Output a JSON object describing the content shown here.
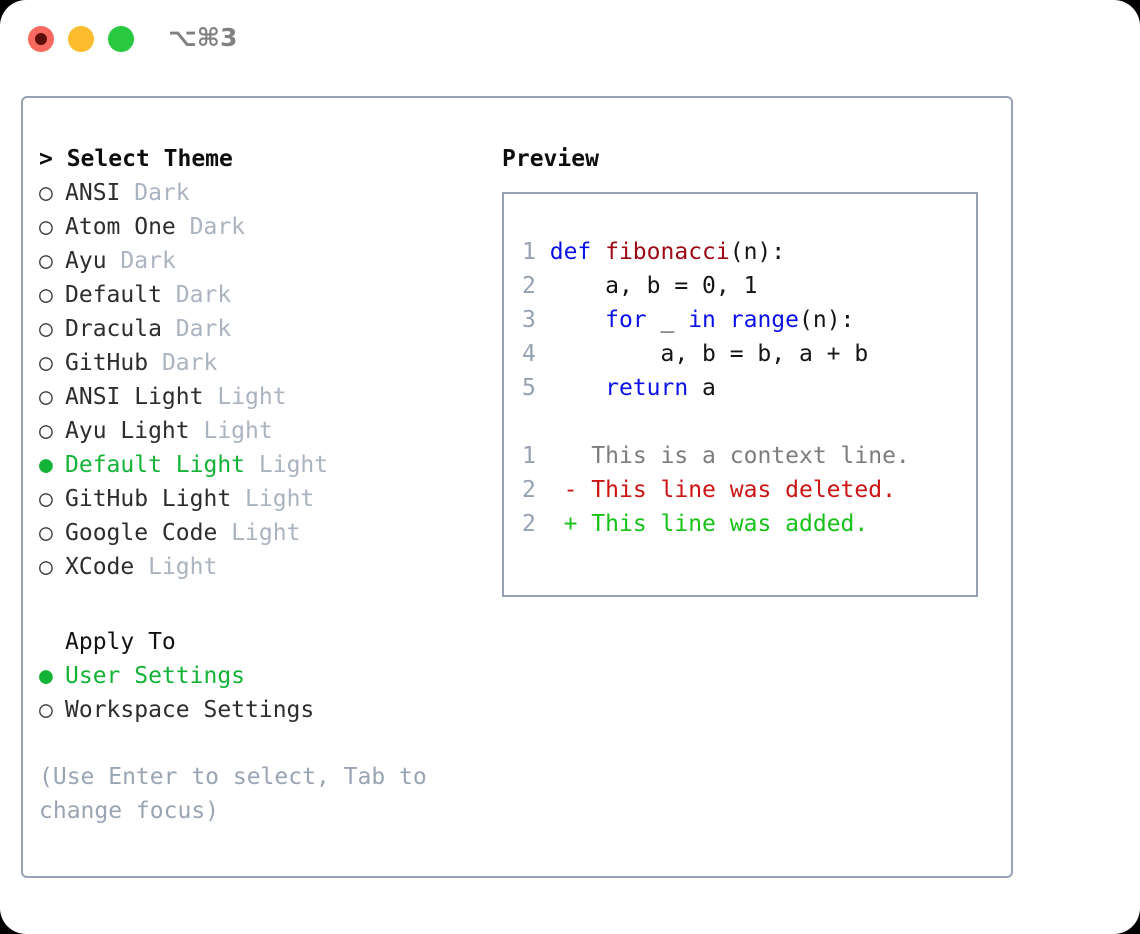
{
  "titlebar": {
    "shortcut": "⌥⌘3",
    "buttons": {
      "close": "close",
      "minimize": "minimize",
      "zoom": "zoom"
    }
  },
  "theme_selector": {
    "header": "> Select Theme",
    "bullet_unselected": "○",
    "bullet_selected": "●",
    "items": [
      {
        "label": "ANSI",
        "category": "Dark",
        "selected": false
      },
      {
        "label": "Atom One",
        "category": "Dark",
        "selected": false
      },
      {
        "label": "Ayu",
        "category": "Dark",
        "selected": false
      },
      {
        "label": "Default",
        "category": "Dark",
        "selected": false
      },
      {
        "label": "Dracula",
        "category": "Dark",
        "selected": false
      },
      {
        "label": "GitHub",
        "category": "Dark",
        "selected": false
      },
      {
        "label": "ANSI Light",
        "category": "Light",
        "selected": false
      },
      {
        "label": "Ayu Light",
        "category": "Light",
        "selected": false
      },
      {
        "label": "Default Light",
        "category": "Light",
        "selected": true
      },
      {
        "label": "GitHub Light",
        "category": "Light",
        "selected": false
      },
      {
        "label": "Google Code",
        "category": "Light",
        "selected": false
      },
      {
        "label": "XCode",
        "category": "Light",
        "selected": false
      }
    ]
  },
  "apply_to": {
    "header": "Apply To",
    "items": [
      {
        "label": "User Settings",
        "selected": true
      },
      {
        "label": "Workspace Settings",
        "selected": false
      }
    ]
  },
  "hint": "(Use Enter to select, Tab to change focus)",
  "preview": {
    "header": "Preview",
    "code_lines": [
      {
        "number": "1",
        "tokens": [
          {
            "text": "def ",
            "type": "keyword"
          },
          {
            "text": "fibonacci",
            "type": "function"
          },
          {
            "text": "(n):",
            "type": "plain"
          }
        ]
      },
      {
        "number": "2",
        "tokens": [
          {
            "text": "    a, b = 0, 1",
            "type": "plain"
          }
        ]
      },
      {
        "number": "3",
        "tokens": [
          {
            "text": "    ",
            "type": "plain"
          },
          {
            "text": "for",
            "type": "keyword"
          },
          {
            "text": " _ ",
            "type": "plain"
          },
          {
            "text": "in",
            "type": "keyword"
          },
          {
            "text": " ",
            "type": "plain"
          },
          {
            "text": "range",
            "type": "keyword"
          },
          {
            "text": "(n):",
            "type": "plain"
          }
        ]
      },
      {
        "number": "4",
        "tokens": [
          {
            "text": "        a, b = b, a + b",
            "type": "plain"
          }
        ]
      },
      {
        "number": "5",
        "tokens": [
          {
            "text": "    ",
            "type": "plain"
          },
          {
            "text": "return",
            "type": "keyword"
          },
          {
            "text": " a",
            "type": "plain"
          }
        ]
      }
    ],
    "diff_lines": [
      {
        "number": "1",
        "marker": " ",
        "text": "This is a context line.",
        "type": "context"
      },
      {
        "number": "2",
        "marker": "-",
        "text": "This line was deleted.",
        "type": "deleted"
      },
      {
        "number": "2",
        "marker": "+",
        "text": "This line was added.",
        "type": "added"
      }
    ]
  },
  "colors": {
    "accent_green": "#13b338",
    "border": "#97a3b4",
    "muted": "#aab3c0",
    "line_number": "#95a2b2",
    "keyword": "#0b12e8",
    "function": "#9c0b14",
    "diff_deleted": "#cc1414",
    "diff_added": "#18c118",
    "diff_context": "#7d7d7d",
    "traffic_close": "#f9695f",
    "traffic_minimize": "#fbbd2e",
    "traffic_zoom": "#28c83f"
  }
}
